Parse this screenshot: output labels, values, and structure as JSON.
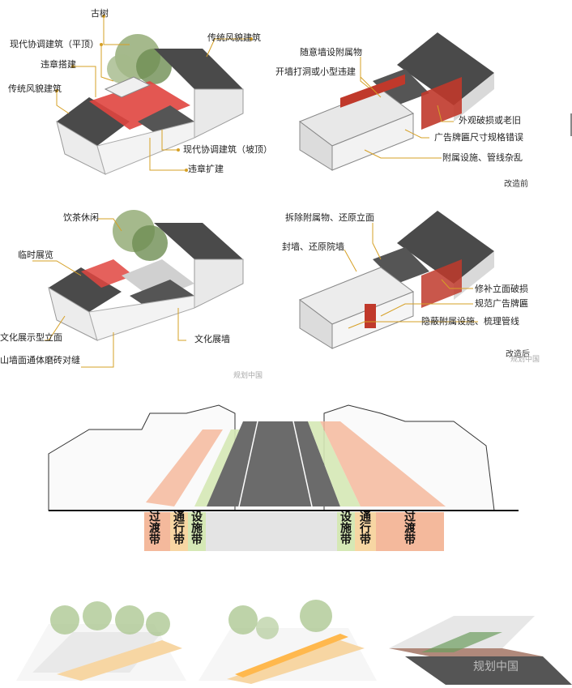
{
  "panel_top_left": {
    "labels": {
      "ancient_tree": "古树",
      "modern_flat": "现代协调建筑（平顶）",
      "illegal_build": "违章搭建",
      "traditional_left": "传统风貌建筑",
      "traditional_right": "传统风貌建筑",
      "modern_slope": "现代协调建筑（坡顶）",
      "illegal_expand": "违章扩建"
    }
  },
  "panel_top_right": {
    "labels": {
      "attachments": "随意墙设附属物",
      "openings": "开墙打洞或小型违建",
      "worn": "外观破损或老旧",
      "signboard": "广告牌匾尺寸规格错误",
      "facilities": "附属设施、管线杂乱"
    },
    "caption": "改造前"
  },
  "panel_mid_left": {
    "labels": {
      "tea": "饮茶休闲",
      "exhibit": "临时展览",
      "facade": "文化展示型立面",
      "wall": "文化展墙",
      "brick": "山墙面通体磨砖对缝"
    },
    "watermark": "规划中国"
  },
  "panel_mid_right": {
    "labels": {
      "remove": "拆除附属物、还原立面",
      "seal": "封墙、还原院墙",
      "repair": "修补立面破损",
      "standardize": "规范广告牌匾",
      "hide": "隐蔽附属设施、梳理管线"
    },
    "caption": "改造后",
    "watermark": "规划中国"
  },
  "street_section": {
    "zones_left": [
      "过渡带",
      "通行带",
      "设施带"
    ],
    "zones_right": [
      "设施带",
      "通行带",
      "过渡带"
    ]
  },
  "bottom_watermark": "规划中国",
  "colors": {
    "red": "#e0453f",
    "roof": "#4a4a4a",
    "transition": "#f4b99c",
    "pass": "#f7d6a3",
    "facility": "#d5e8b5",
    "label_dot": "#d6a025"
  }
}
